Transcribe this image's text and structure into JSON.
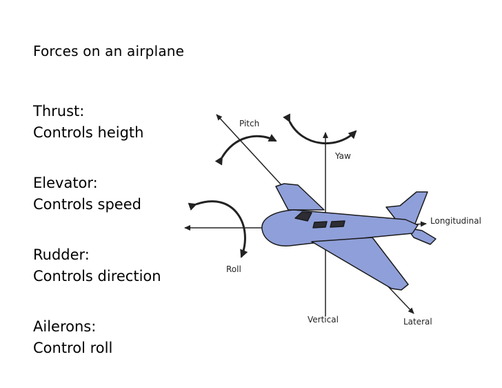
{
  "title": "Forces on an airplane",
  "controls": [
    {
      "name": "Thrust:",
      "description": "Controls heigth"
    },
    {
      "name": "Elevator:",
      "description": "Controls speed"
    },
    {
      "name": "Rudder:",
      "description": "Controls direction"
    },
    {
      "name": "Ailerons:",
      "description": "Control roll"
    }
  ],
  "diagram": {
    "labels": {
      "pitch": "Pitch",
      "yaw": "Yaw",
      "roll": "Roll",
      "longitudinal": "Longitudinal",
      "vertical": "Vertical",
      "lateral": "Lateral"
    },
    "colors": {
      "plane_fill": "#8f9fd9",
      "plane_outline": "#1a1a1a",
      "axis": "#222222"
    }
  }
}
